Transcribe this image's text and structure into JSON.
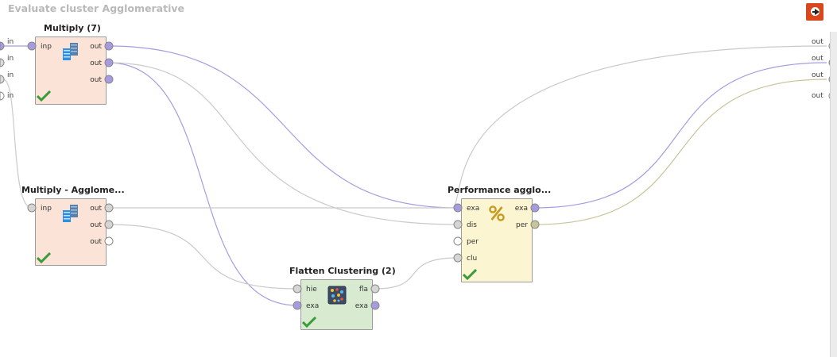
{
  "process": {
    "title": "Evaluate cluster Agglomerative"
  },
  "process_inputs": [
    "in",
    "in",
    "in",
    "in"
  ],
  "process_outputs": [
    "out",
    "out",
    "out",
    "out"
  ],
  "operators": {
    "multiply7": {
      "name": "Multiply (7)",
      "in_ports": [
        "inp"
      ],
      "out_ports": [
        "out",
        "out",
        "out"
      ]
    },
    "multiplyAgg": {
      "name": "Multiply - Agglome...",
      "in_ports": [
        "inp"
      ],
      "out_ports": [
        "out",
        "out",
        "out"
      ]
    },
    "flatten": {
      "name": "Flatten Clustering (2)",
      "in_ports": [
        "hie",
        "exa"
      ],
      "out_ports": [
        "fla",
        "exa"
      ]
    },
    "performance": {
      "name": "Performance agglo...",
      "in_ports": [
        "exa",
        "dis",
        "per",
        "clu"
      ],
      "out_ports": [
        "exa",
        "per"
      ]
    }
  },
  "icons": {
    "multiply": "multiply-icon",
    "flatten": "flatten-clustering-icon",
    "performance": "percent-icon",
    "status": "checkmark-icon",
    "exit": "exit-process-icon"
  },
  "colors": {
    "example_set_wire": "#a79be0",
    "generic_wire": "#cacaca",
    "performance_wire": "#c8c49a",
    "multiply_fill": "#fbe3d7",
    "flatten_fill": "#d8ead0",
    "performance_fill": "#fbf5d2",
    "check_green": "#3b9b3b",
    "exit_button": "#d9481c"
  }
}
